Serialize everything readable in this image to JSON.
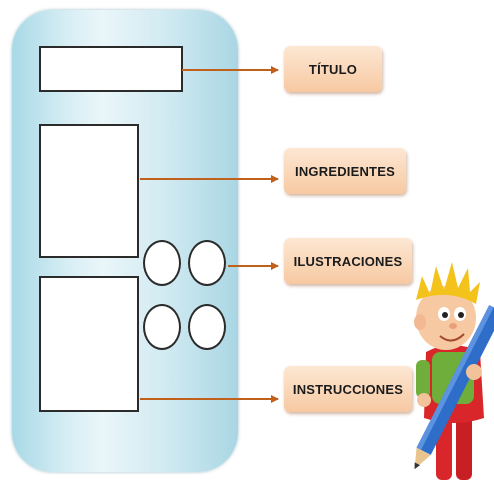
{
  "labels": {
    "titulo": "TÍTULO",
    "ingredientes": "INGREDIENTES",
    "ilustraciones": "ILUSTRACIONES",
    "instrucciones": "INSTRUCCIONES"
  },
  "colors": {
    "card_fill": "#d8eef4",
    "card_edge": "#a8d9e6",
    "label_fill": "#f7c9a2",
    "arrow": "#c0601a",
    "outline": "#2b2b2b"
  },
  "icons": {
    "character": "cartoon-boy-with-pencil-icon"
  }
}
